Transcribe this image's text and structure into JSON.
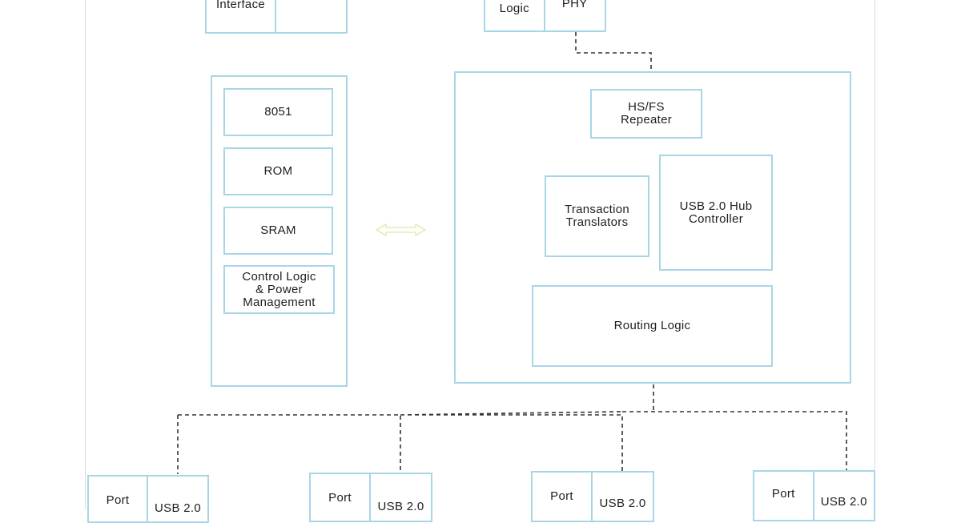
{
  "colors": {
    "block_border": "#a9d6e6",
    "connector": "#333333",
    "double_arrow": "#e6ecb8",
    "frame": "#d6dbe0",
    "text": "#1e1e1e"
  },
  "top_blocks": {
    "interface": {
      "left": "Interface",
      "right": ""
    },
    "logic_phy": {
      "left": "Logic",
      "right": "PHY"
    }
  },
  "mcu": {
    "blocks": [
      "8051",
      "ROM",
      "SRAM",
      "Control Logic\n& Power\nManagement"
    ]
  },
  "hub": {
    "repeater": "HS/FS\nRepeater",
    "tt": "Transaction\nTranslators",
    "controller": "USB 2.0 Hub\nController",
    "routing": "Routing Logic"
  },
  "ports": [
    {
      "left": "Port",
      "right": "USB 2.0"
    },
    {
      "left": "Port",
      "right": "USB 2.0"
    },
    {
      "left": "Port",
      "right": "USB 2.0"
    },
    {
      "left": "Port",
      "right": "USB 2.0"
    }
  ]
}
